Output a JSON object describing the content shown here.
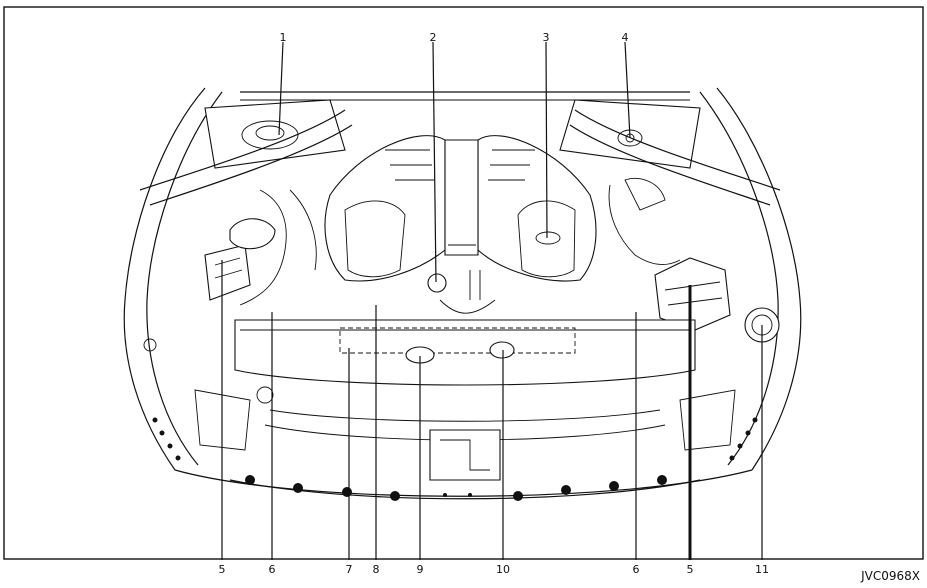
{
  "figure_code": "JVC0968X",
  "callouts": {
    "top": [
      "1",
      "2",
      "3",
      "4"
    ],
    "bottom": [
      "5",
      "6",
      "7",
      "8",
      "9",
      "10",
      "6",
      "5",
      "11"
    ]
  }
}
